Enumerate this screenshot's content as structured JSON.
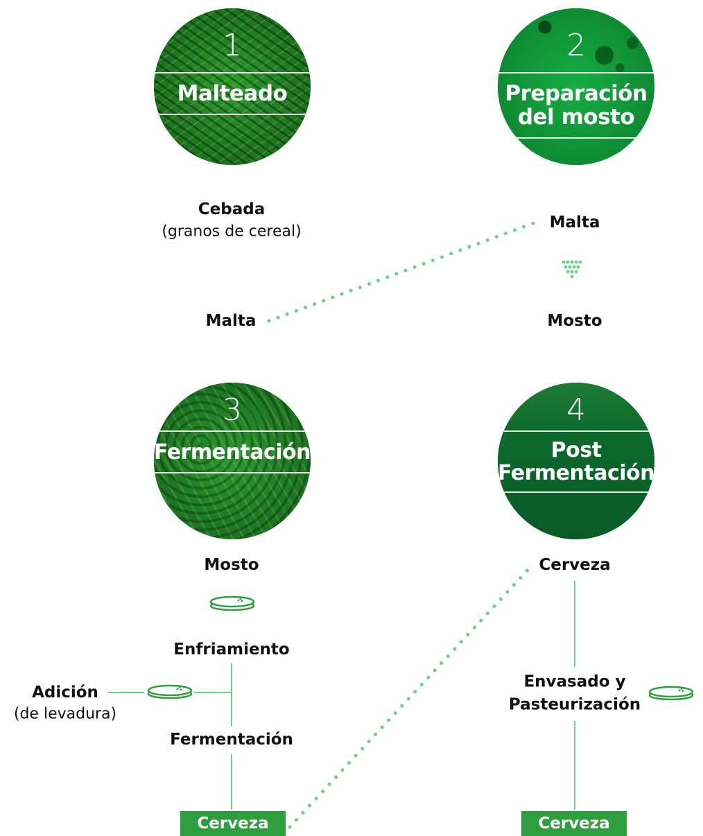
{
  "colors": {
    "accent": "#2e9e3e",
    "line": "#6bcf85",
    "text": "#111111"
  },
  "stages": [
    {
      "number": "1",
      "title": "Malteado"
    },
    {
      "number": "2",
      "title": "Preparación\ndel mosto"
    },
    {
      "number": "3",
      "title": "Fermentación"
    },
    {
      "number": "4",
      "title": "Post\nFermentación"
    }
  ],
  "malting": {
    "input": "Cebada",
    "input_note": "(granos de cereal)",
    "output": "Malta"
  },
  "wort": {
    "input": "Malta",
    "output": "Mosto"
  },
  "fermentation": {
    "input": "Mosto",
    "step1": "Enfriamiento",
    "addition": "Adición",
    "addition_note": "(de levadura)",
    "step2": "Fermentación",
    "result": "Cerveza"
  },
  "post_fermentation": {
    "input": "Cerveza",
    "step": "Envasado y\nPasteurización",
    "result": "Cerveza"
  }
}
